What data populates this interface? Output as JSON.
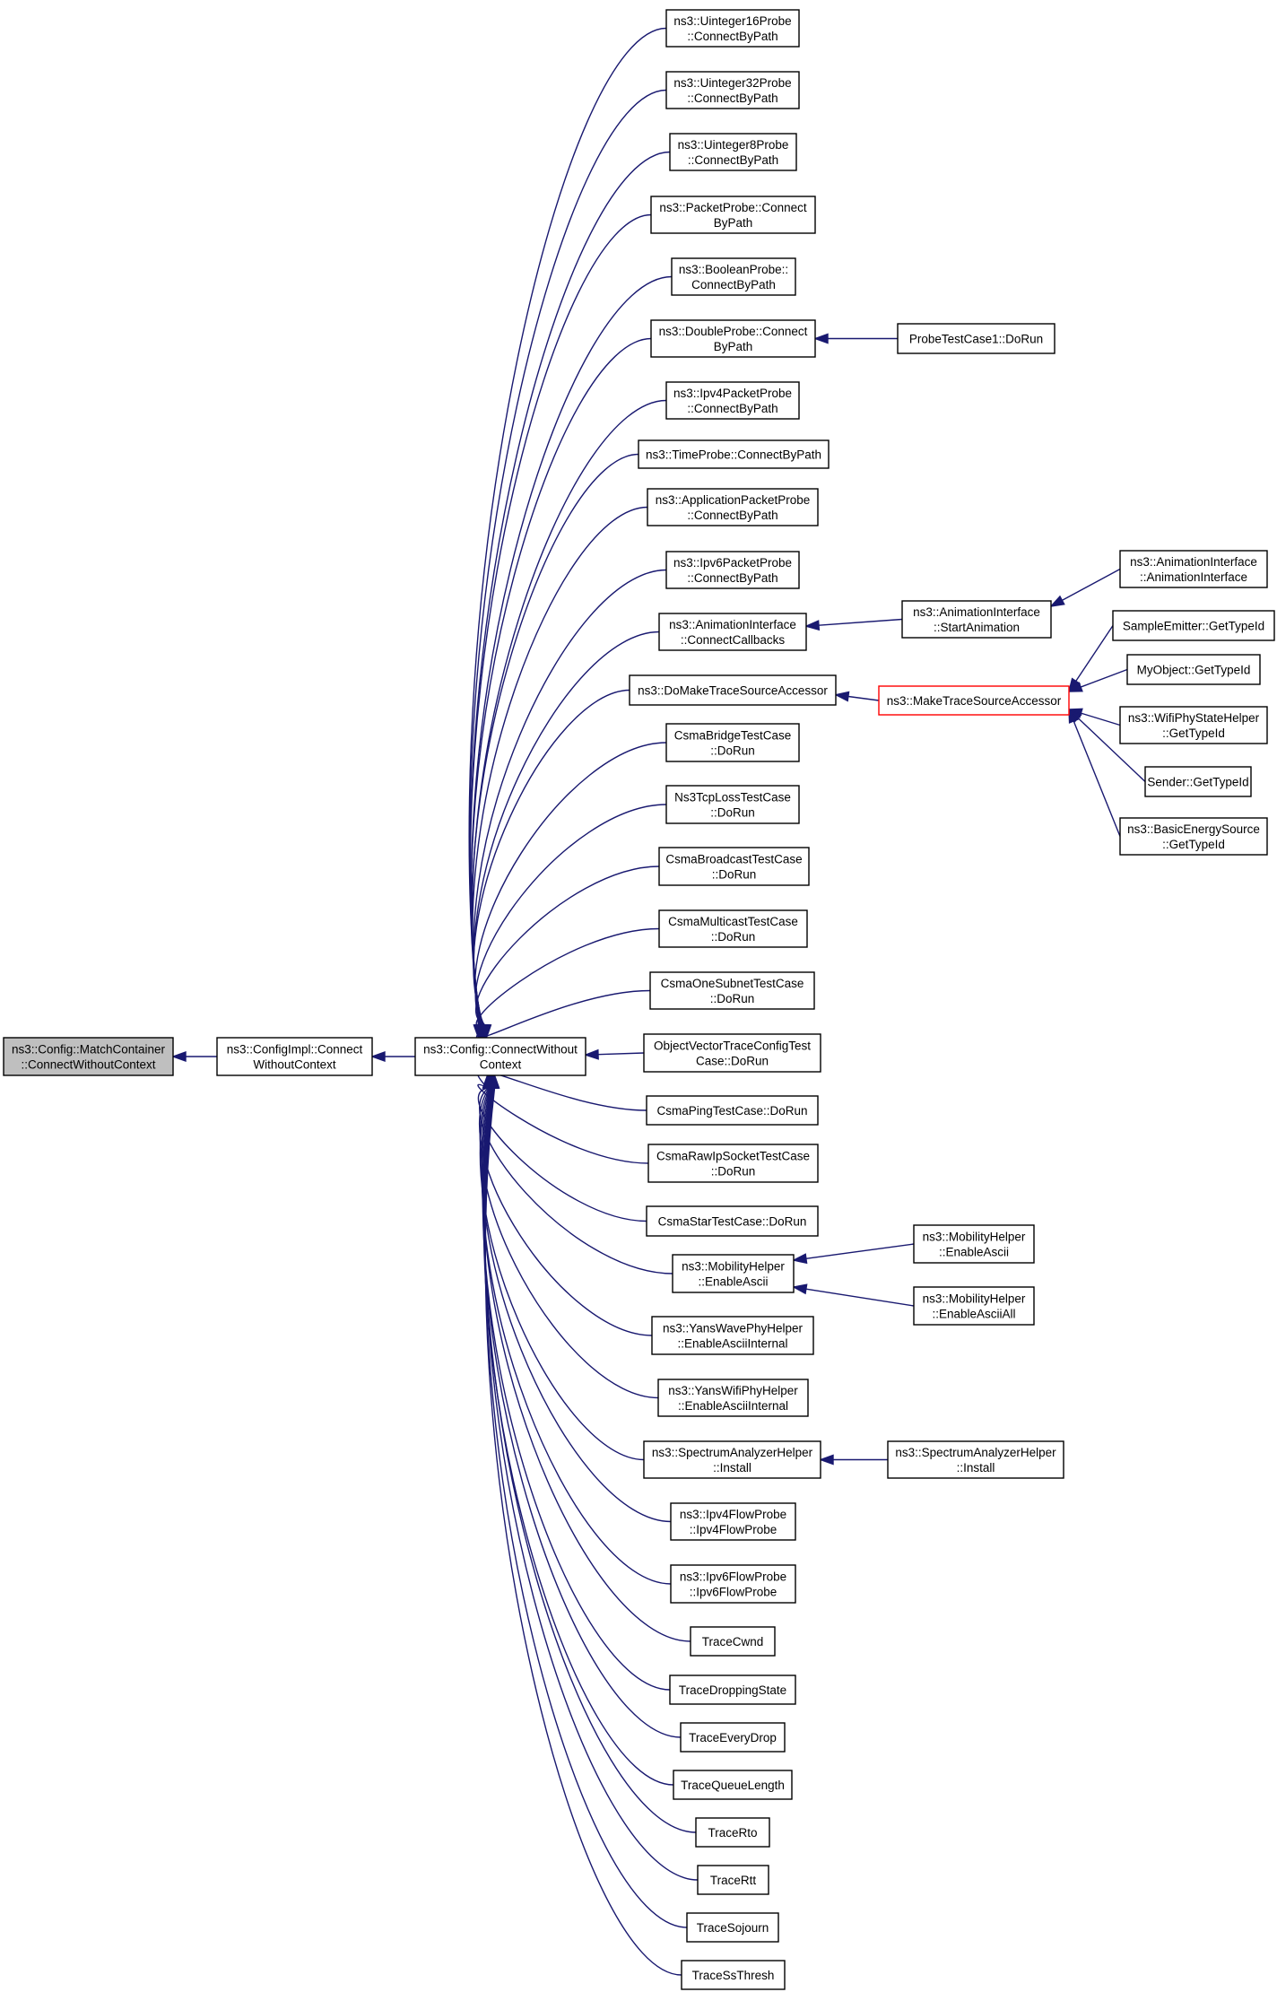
{
  "nodes": [
    {
      "id": "match_container",
      "lines": [
        "ns3::Config::MatchContainer",
        "::ConnectWithoutContext"
      ],
      "current": true
    },
    {
      "id": "configimpl_connect",
      "lines": [
        "ns3::ConfigImpl::Connect",
        "WithoutContext"
      ]
    },
    {
      "id": "config_connect",
      "lines": [
        "ns3::Config::ConnectWithout",
        "Context"
      ]
    },
    {
      "id": "uint16probe",
      "lines": [
        "ns3::Uinteger16Probe",
        "::ConnectByPath"
      ]
    },
    {
      "id": "uint32probe",
      "lines": [
        "ns3::Uinteger32Probe",
        "::ConnectByPath"
      ]
    },
    {
      "id": "uint8probe",
      "lines": [
        "ns3::Uinteger8Probe",
        "::ConnectByPath"
      ]
    },
    {
      "id": "packetprobe",
      "lines": [
        "ns3::PacketProbe::Connect",
        "ByPath"
      ]
    },
    {
      "id": "booleanprobe",
      "lines": [
        "ns3::BooleanProbe::",
        "ConnectByPath"
      ]
    },
    {
      "id": "doubleprobe",
      "lines": [
        "ns3::DoubleProbe::Connect",
        "ByPath"
      ]
    },
    {
      "id": "probetestcase1",
      "lines": [
        "ProbeTestCase1::DoRun"
      ]
    },
    {
      "id": "ipv4packetprobe",
      "lines": [
        "ns3::Ipv4PacketProbe",
        "::ConnectByPath"
      ]
    },
    {
      "id": "timeprobe",
      "lines": [
        "ns3::TimeProbe::ConnectByPath"
      ]
    },
    {
      "id": "apppacketprobe",
      "lines": [
        "ns3::ApplicationPacketProbe",
        "::ConnectByPath"
      ]
    },
    {
      "id": "ipv6packetprobe",
      "lines": [
        "ns3::Ipv6PacketProbe",
        "::ConnectByPath"
      ]
    },
    {
      "id": "anim_connectcallbacks",
      "lines": [
        "ns3::AnimationInterface",
        "::ConnectCallbacks"
      ]
    },
    {
      "id": "anim_startanimation",
      "lines": [
        "ns3::AnimationInterface",
        "::StartAnimation"
      ]
    },
    {
      "id": "anim_ctor",
      "lines": [
        "ns3::AnimationInterface",
        "::AnimationInterface"
      ]
    },
    {
      "id": "domaketrace",
      "lines": [
        "ns3::DoMakeTraceSourceAccessor"
      ]
    },
    {
      "id": "maketrace",
      "lines": [
        "ns3::MakeTraceSourceAccessor"
      ],
      "truncated": true
    },
    {
      "id": "sampleemitter",
      "lines": [
        "SampleEmitter::GetTypeId"
      ]
    },
    {
      "id": "myobject",
      "lines": [
        "MyObject::GetTypeId"
      ]
    },
    {
      "id": "wifiphystatehelper",
      "lines": [
        "ns3::WifiPhyStateHelper",
        "::GetTypeId"
      ]
    },
    {
      "id": "sender",
      "lines": [
        "Sender::GetTypeId"
      ]
    },
    {
      "id": "basicenergysource",
      "lines": [
        "ns3::BasicEnergySource",
        "::GetTypeId"
      ]
    },
    {
      "id": "csmabridge",
      "lines": [
        "CsmaBridgeTestCase",
        "::DoRun"
      ]
    },
    {
      "id": "ns3tcploss",
      "lines": [
        "Ns3TcpLossTestCase",
        "::DoRun"
      ]
    },
    {
      "id": "csmabroadcast",
      "lines": [
        "CsmaBroadcastTestCase",
        "::DoRun"
      ]
    },
    {
      "id": "csmamulticast",
      "lines": [
        "CsmaMulticastTestCase",
        "::DoRun"
      ]
    },
    {
      "id": "csmaonesubnet",
      "lines": [
        "CsmaOneSubnetTestCase",
        "::DoRun"
      ]
    },
    {
      "id": "objectvector",
      "lines": [
        "ObjectVectorTraceConfigTest",
        "Case::DoRun"
      ]
    },
    {
      "id": "csmaping",
      "lines": [
        "CsmaPingTestCase::DoRun"
      ]
    },
    {
      "id": "csmarawip",
      "lines": [
        "CsmaRawIpSocketTestCase",
        "::DoRun"
      ]
    },
    {
      "id": "csmastar",
      "lines": [
        "CsmaStarTestCase::DoRun"
      ]
    },
    {
      "id": "mobility_enableascii",
      "lines": [
        "ns3::MobilityHelper",
        "::EnableAscii"
      ]
    },
    {
      "id": "mobility_enableascii2",
      "lines": [
        "ns3::MobilityHelper",
        "::EnableAscii"
      ]
    },
    {
      "id": "mobility_enableasciiall",
      "lines": [
        "ns3::MobilityHelper",
        "::EnableAsciiAll"
      ]
    },
    {
      "id": "yanswave",
      "lines": [
        "ns3::YansWavePhyHelper",
        "::EnableAsciiInternal"
      ]
    },
    {
      "id": "yanswifi",
      "lines": [
        "ns3::YansWifiPhyHelper",
        "::EnableAsciiInternal"
      ]
    },
    {
      "id": "spectrum_install",
      "lines": [
        "ns3::SpectrumAnalyzerHelper",
        "::Install"
      ]
    },
    {
      "id": "spectrum_install2",
      "lines": [
        "ns3::SpectrumAnalyzerHelper",
        "::Install"
      ]
    },
    {
      "id": "ipv4flowprobe",
      "lines": [
        "ns3::Ipv4FlowProbe",
        "::Ipv4FlowProbe"
      ]
    },
    {
      "id": "ipv6flowprobe",
      "lines": [
        "ns3::Ipv6FlowProbe",
        "::Ipv6FlowProbe"
      ]
    },
    {
      "id": "tracecwnd",
      "lines": [
        "TraceCwnd"
      ]
    },
    {
      "id": "tracedropping",
      "lines": [
        "TraceDroppingState"
      ]
    },
    {
      "id": "traceeverydrop",
      "lines": [
        "TraceEveryDrop"
      ]
    },
    {
      "id": "tracequeuelength",
      "lines": [
        "TraceQueueLength"
      ]
    },
    {
      "id": "tracerto",
      "lines": [
        "TraceRto"
      ]
    },
    {
      "id": "tracertt",
      "lines": [
        "TraceRtt"
      ]
    },
    {
      "id": "tracesojourn",
      "lines": [
        "TraceSojourn"
      ]
    },
    {
      "id": "tracessthresh",
      "lines": [
        "TraceSsThresh"
      ]
    }
  ],
  "edges": [
    {
      "from": "configimpl_connect",
      "to": "match_container"
    },
    {
      "from": "config_connect",
      "to": "configimpl_connect"
    },
    {
      "from": "uint16probe",
      "to": "config_connect"
    },
    {
      "from": "uint32probe",
      "to": "config_connect"
    },
    {
      "from": "uint8probe",
      "to": "config_connect"
    },
    {
      "from": "packetprobe",
      "to": "config_connect"
    },
    {
      "from": "booleanprobe",
      "to": "config_connect"
    },
    {
      "from": "doubleprobe",
      "to": "config_connect"
    },
    {
      "from": "ipv4packetprobe",
      "to": "config_connect"
    },
    {
      "from": "timeprobe",
      "to": "config_connect"
    },
    {
      "from": "apppacketprobe",
      "to": "config_connect"
    },
    {
      "from": "ipv6packetprobe",
      "to": "config_connect"
    },
    {
      "from": "anim_connectcallbacks",
      "to": "config_connect"
    },
    {
      "from": "domaketrace",
      "to": "config_connect"
    },
    {
      "from": "csmabridge",
      "to": "config_connect"
    },
    {
      "from": "ns3tcploss",
      "to": "config_connect"
    },
    {
      "from": "csmabroadcast",
      "to": "config_connect"
    },
    {
      "from": "csmamulticast",
      "to": "config_connect"
    },
    {
      "from": "csmaonesubnet",
      "to": "config_connect"
    },
    {
      "from": "objectvector",
      "to": "config_connect"
    },
    {
      "from": "csmaping",
      "to": "config_connect"
    },
    {
      "from": "csmarawip",
      "to": "config_connect"
    },
    {
      "from": "csmastar",
      "to": "config_connect"
    },
    {
      "from": "mobility_enableascii",
      "to": "config_connect"
    },
    {
      "from": "yanswave",
      "to": "config_connect"
    },
    {
      "from": "yanswifi",
      "to": "config_connect"
    },
    {
      "from": "spectrum_install",
      "to": "config_connect"
    },
    {
      "from": "ipv4flowprobe",
      "to": "config_connect"
    },
    {
      "from": "ipv6flowprobe",
      "to": "config_connect"
    },
    {
      "from": "tracecwnd",
      "to": "config_connect"
    },
    {
      "from": "tracedropping",
      "to": "config_connect"
    },
    {
      "from": "traceeverydrop",
      "to": "config_connect"
    },
    {
      "from": "tracequeuelength",
      "to": "config_connect"
    },
    {
      "from": "tracerto",
      "to": "config_connect"
    },
    {
      "from": "tracertt",
      "to": "config_connect"
    },
    {
      "from": "tracesojourn",
      "to": "config_connect"
    },
    {
      "from": "tracessthresh",
      "to": "config_connect"
    },
    {
      "from": "probetestcase1",
      "to": "doubleprobe"
    },
    {
      "from": "anim_startanimation",
      "to": "anim_connectcallbacks"
    },
    {
      "from": "anim_ctor",
      "to": "anim_startanimation"
    },
    {
      "from": "maketrace",
      "to": "domaketrace"
    },
    {
      "from": "sampleemitter",
      "to": "maketrace"
    },
    {
      "from": "myobject",
      "to": "maketrace"
    },
    {
      "from": "wifiphystatehelper",
      "to": "maketrace"
    },
    {
      "from": "sender",
      "to": "maketrace"
    },
    {
      "from": "basicenergysource",
      "to": "maketrace"
    },
    {
      "from": "mobility_enableascii2",
      "to": "mobility_enableascii"
    },
    {
      "from": "mobility_enableasciiall",
      "to": "mobility_enableascii"
    },
    {
      "from": "spectrum_install2",
      "to": "spectrum_install"
    }
  ]
}
